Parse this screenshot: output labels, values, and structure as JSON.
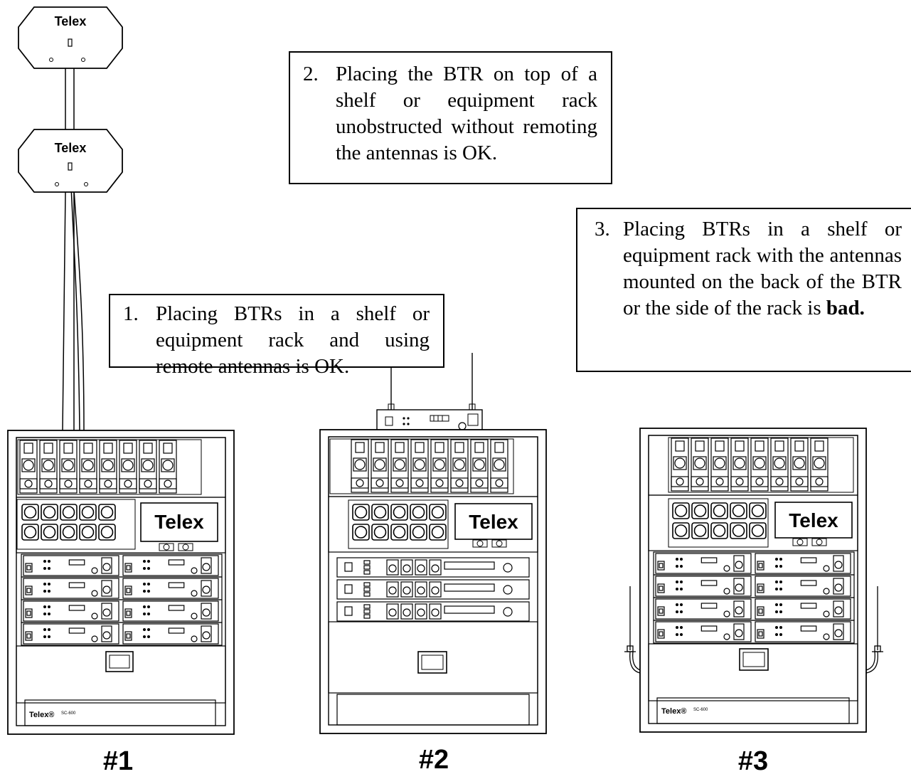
{
  "notes": {
    "note1": {
      "number": "1.",
      "text": "Placing BTRs in a shelf or equipment rack and using remote antennas is OK."
    },
    "note2": {
      "number": "2.",
      "text": "Placing the BTR on top of a shelf or equipment rack unobstructed without remoting the antennas is OK."
    },
    "note3": {
      "number": "3.",
      "text_before": "Placing BTRs in a shelf or equipment rack with the antennas mounted on the back of the BTR or the side of the rack is ",
      "bold_word": "bad."
    }
  },
  "racks": [
    {
      "label": "#1",
      "brand": "Telex",
      "base_brand": "Telex®",
      "model": "SC-600"
    },
    {
      "label": "#2",
      "brand": "Telex"
    },
    {
      "label": "#3",
      "brand": "Telex",
      "base_brand": "Telex®",
      "model": "SC-600"
    }
  ],
  "antennas": {
    "brand": "Telex"
  },
  "colors": {
    "ink": "#000000",
    "paper": "#ffffff"
  }
}
